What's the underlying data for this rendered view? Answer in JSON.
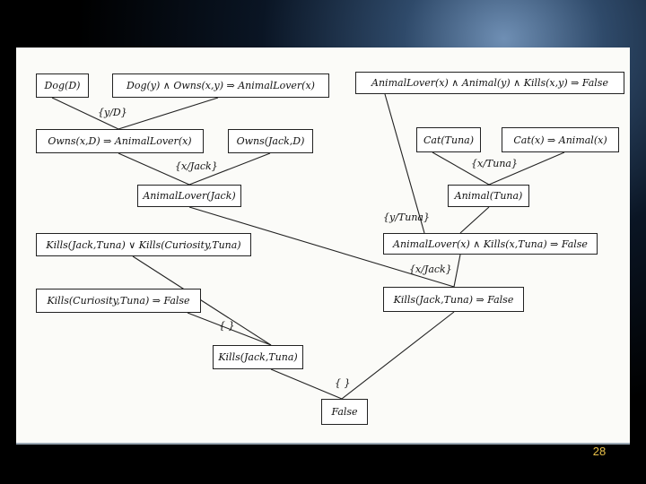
{
  "nodes": {
    "dog_d": "Dog(D)",
    "dog_rule": "Dog(y)  ∧  Owns(x,y)  ⇒ AnimalLover(x)",
    "animallover_rule": "AnimalLover(x)  ∧  Animal(y)  ∧  Kills(x,y) ⇒ False",
    "owns_xd": "Owns(x,D)  ⇒ AnimalLover(x)",
    "owns_jack": "Owns(Jack,D)",
    "cat_tuna": "Cat(Tuna)",
    "cat_rule": "Cat(x)  ⇒ Animal(x)",
    "animallover_jack": "AnimalLover(Jack)",
    "animal_tuna": "Animal(Tuna)",
    "kills_or": "Kills(Jack,Tuna)  ∨ Kills(Curiosity,Tuna)",
    "animallover_kills": "AnimalLover(x)  ∧ Kills(x,Tuna) ⇒ False",
    "kills_curiosity": "Kills(Curiosity,Tuna)  ⇒ False",
    "kills_jack_false": "Kills(Jack,Tuna)  ⇒ False",
    "kills_jack": "Kills(Jack,Tuna)",
    "false_node": "False"
  },
  "substitutions": {
    "y_d": "{y/D}",
    "x_jack_1": "{x/Jack}",
    "x_tuna": "{x/Tuna}",
    "y_tuna": "{y/Tuna}",
    "x_jack_2": "{x/Jack}",
    "empty_1": "{ }",
    "empty_2": "{ }"
  },
  "slide": {
    "page_number": "28"
  }
}
